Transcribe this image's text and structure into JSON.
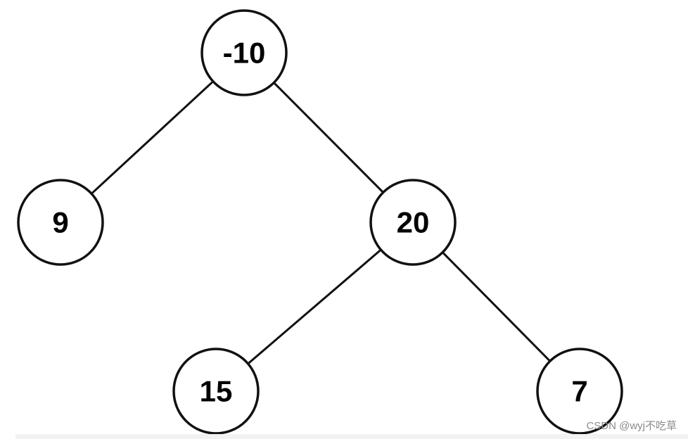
{
  "tree": {
    "nodes": [
      {
        "id": "n-neg10",
        "label": "-10"
      },
      {
        "id": "n-9",
        "label": "9"
      },
      {
        "id": "n-20",
        "label": "20"
      },
      {
        "id": "n-15",
        "label": "15"
      },
      {
        "id": "n-7",
        "label": "7"
      }
    ],
    "edges": [
      {
        "from": "n-neg10",
        "to": "n-9"
      },
      {
        "from": "n-neg10",
        "to": "n-20"
      },
      {
        "from": "n-20",
        "to": "n-15"
      },
      {
        "from": "n-20",
        "to": "n-7"
      }
    ]
  },
  "watermark": {
    "text": "CSDN @wyj不吃草"
  },
  "colors": {
    "stroke": "#111111",
    "label": "#000000",
    "watermark": "#8a8a8a"
  }
}
